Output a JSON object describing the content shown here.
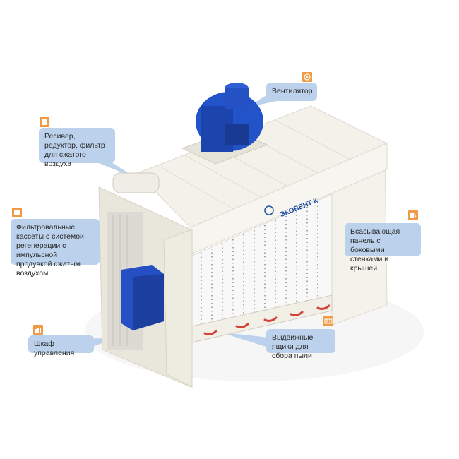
{
  "brand": {
    "name": "ЭКОВЕНТ К"
  },
  "callouts": [
    {
      "id": "fan",
      "label": "Вентилятор",
      "icon": "fan-icon"
    },
    {
      "id": "receiver",
      "label": "Ресивер, редуктор, фильтр для сжатого воздуха",
      "icon": "cylinder-icon"
    },
    {
      "id": "filters",
      "label": "Фильтровальные кассеты с системой регенерации с импульсной продувкой сжатым воздухом",
      "icon": "filter-cartridge-icon"
    },
    {
      "id": "cabinet",
      "label": "Шкаф управления",
      "icon": "control-cabinet-icon"
    },
    {
      "id": "panel",
      "label": "Всасывающая панель с боковыми стенками и крышей",
      "icon": "panel-icon"
    },
    {
      "id": "drawers",
      "label": "Выдвижные ящики для сбора пыли",
      "icon": "drawers-icon"
    }
  ],
  "colors": {
    "bubble": "#bcd1ec",
    "icon": "#f09a45",
    "blue": "#1f4fbf",
    "body": "#f1efe6"
  }
}
